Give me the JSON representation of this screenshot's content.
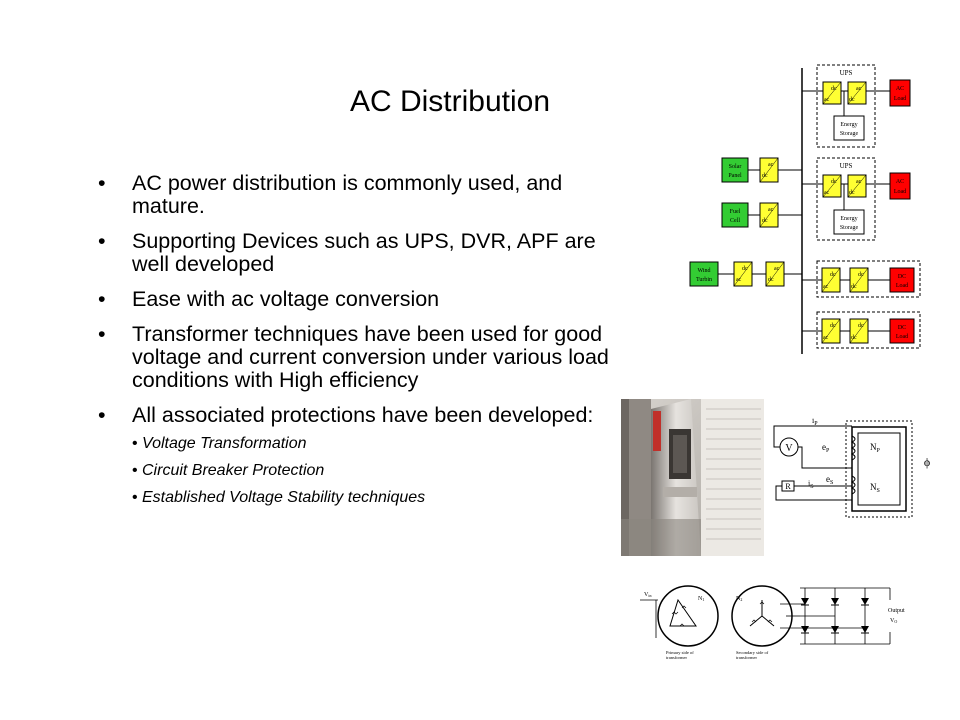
{
  "slide": {
    "title": "AC Distribution",
    "bullet_glyph": "•",
    "bullets": [
      "AC power distribution is commonly used, and mature.",
      "Supporting Devices such as UPS, DVR, APF are well developed",
      "Ease with ac voltage  conversion",
      "Transformer techniques have been used for good voltage and current conversion under various load conditions with High efficiency",
      "All associated protections have been developed:"
    ],
    "sub_bullets": [
      "Voltage Transformation",
      "Circuit Breaker Protection",
      "Established Voltage Stability techniques"
    ]
  },
  "distribution_diagram": {
    "ups_label": "UPS",
    "ac": "ac",
    "dc": "dc",
    "ac_load": [
      "AC",
      "Load"
    ],
    "dc_load": [
      "DC",
      "Load"
    ],
    "energy_storage": [
      "Energy",
      "Storage"
    ],
    "solar": [
      "Solar",
      "Panel"
    ],
    "fuel": [
      "Fuel",
      "Cell"
    ],
    "wind": [
      "Wind",
      "Turbin"
    ],
    "colors": {
      "converter": "#ffff33",
      "source": "#33cc33",
      "load": "#ff0000"
    }
  },
  "transformer_diagram": {
    "v": "V",
    "r": "R",
    "ip": "i",
    "ip_sub": "P",
    "ep": "e",
    "ep_sub": "P",
    "np": "N",
    "np_sub": "P",
    "ns": "N",
    "ns_sub": "S",
    "is": "i",
    "is_sub": "S",
    "es": "e",
    "es_sub": "S",
    "phi": "ϕ"
  },
  "rectifier_diagram": {
    "vin": "V",
    "vin_sub": "in",
    "n1": "N",
    "n1_sub": "1",
    "n2": "N",
    "n2_sub": "2",
    "output": "Output",
    "vo": "V",
    "vo_sub": "O",
    "primary": [
      "Primary side of",
      "transformer"
    ],
    "secondary": [
      "Secondary side of",
      "transformer"
    ]
  }
}
